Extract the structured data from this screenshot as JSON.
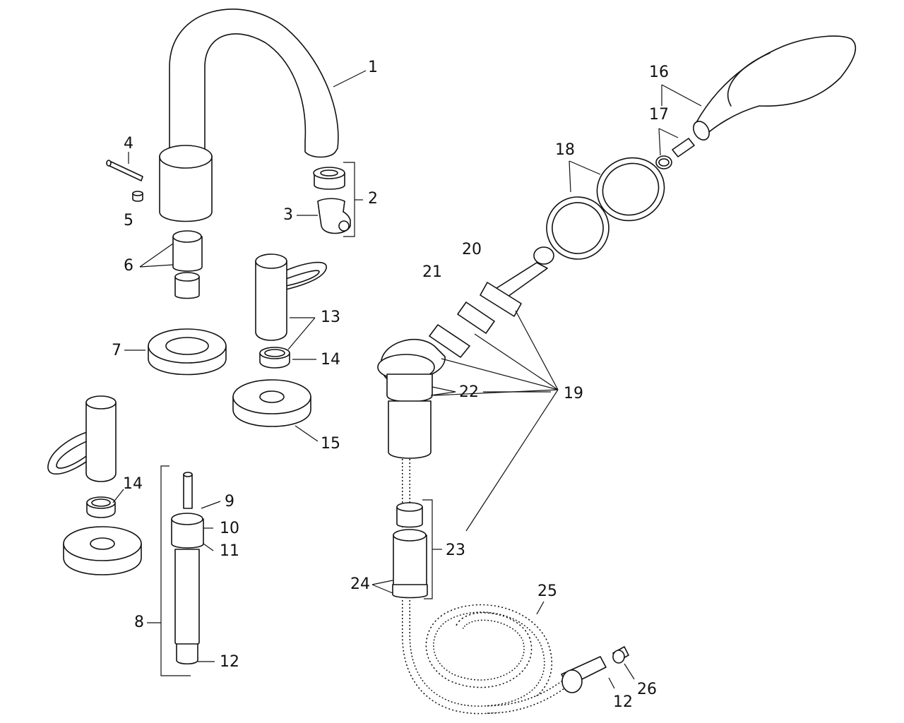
{
  "callouts": {
    "c1": "1",
    "c2": "2",
    "c3": "3",
    "c4": "4",
    "c5": "5",
    "c6": "6",
    "c7": "7",
    "c8": "8",
    "c9": "9",
    "c10": "10",
    "c11": "11",
    "c12a": "12",
    "c12b": "12",
    "c13": "13",
    "c14a": "14",
    "c14b": "14",
    "c15": "15",
    "c16": "16",
    "c17": "17",
    "c18": "18",
    "c19": "19",
    "c20": "20",
    "c21": "21",
    "c22": "22",
    "c23": "23",
    "c24": "24",
    "c25": "25",
    "c26": "26"
  }
}
